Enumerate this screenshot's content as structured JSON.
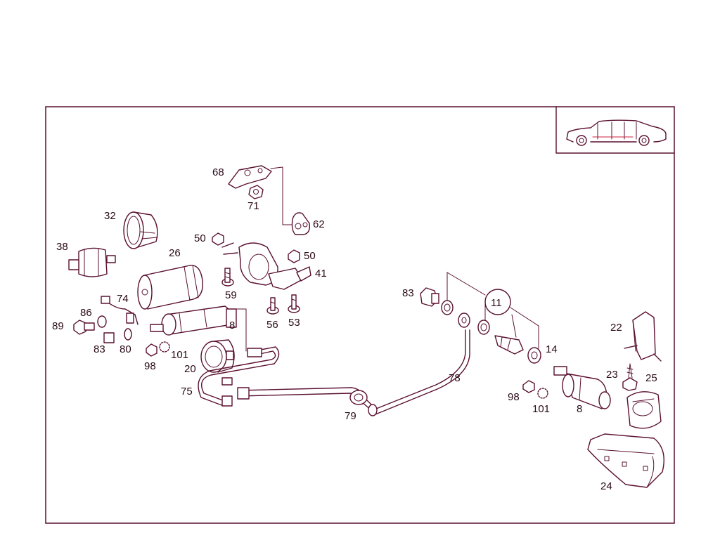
{
  "colors": {
    "line": "#5a1030",
    "accent": "#c8203c",
    "frame": "#5a1030"
  },
  "inset": {
    "name": "vehicle-silhouette"
  },
  "callouts": [
    {
      "id": "c68",
      "text": "68"
    },
    {
      "id": "c71",
      "text": "71"
    },
    {
      "id": "c62",
      "text": "62"
    },
    {
      "id": "c32",
      "text": "32"
    },
    {
      "id": "c50a",
      "text": "50"
    },
    {
      "id": "c38",
      "text": "38"
    },
    {
      "id": "c26",
      "text": "26"
    },
    {
      "id": "c50b",
      "text": "50"
    },
    {
      "id": "c41",
      "text": "41"
    },
    {
      "id": "c59",
      "text": "59"
    },
    {
      "id": "c74",
      "text": "74"
    },
    {
      "id": "c86",
      "text": "86"
    },
    {
      "id": "c89",
      "text": "89"
    },
    {
      "id": "c83a",
      "text": "83"
    },
    {
      "id": "c80",
      "text": "80"
    },
    {
      "id": "c101a",
      "text": "101"
    },
    {
      "id": "c98a",
      "text": "98"
    },
    {
      "id": "c20",
      "text": "20"
    },
    {
      "id": "c8a",
      "text": "8"
    },
    {
      "id": "c56",
      "text": "56"
    },
    {
      "id": "c53",
      "text": "53"
    },
    {
      "id": "c83b",
      "text": "83"
    },
    {
      "id": "c11",
      "text": "11"
    },
    {
      "id": "c14",
      "text": "14"
    },
    {
      "id": "c75",
      "text": "75"
    },
    {
      "id": "c79",
      "text": "79"
    },
    {
      "id": "c78",
      "text": "78"
    },
    {
      "id": "c22",
      "text": "22"
    },
    {
      "id": "c23",
      "text": "23"
    },
    {
      "id": "c25",
      "text": "25"
    },
    {
      "id": "c98b",
      "text": "98"
    },
    {
      "id": "c101b",
      "text": "101"
    },
    {
      "id": "c8b",
      "text": "8"
    },
    {
      "id": "c24",
      "text": "24"
    }
  ]
}
